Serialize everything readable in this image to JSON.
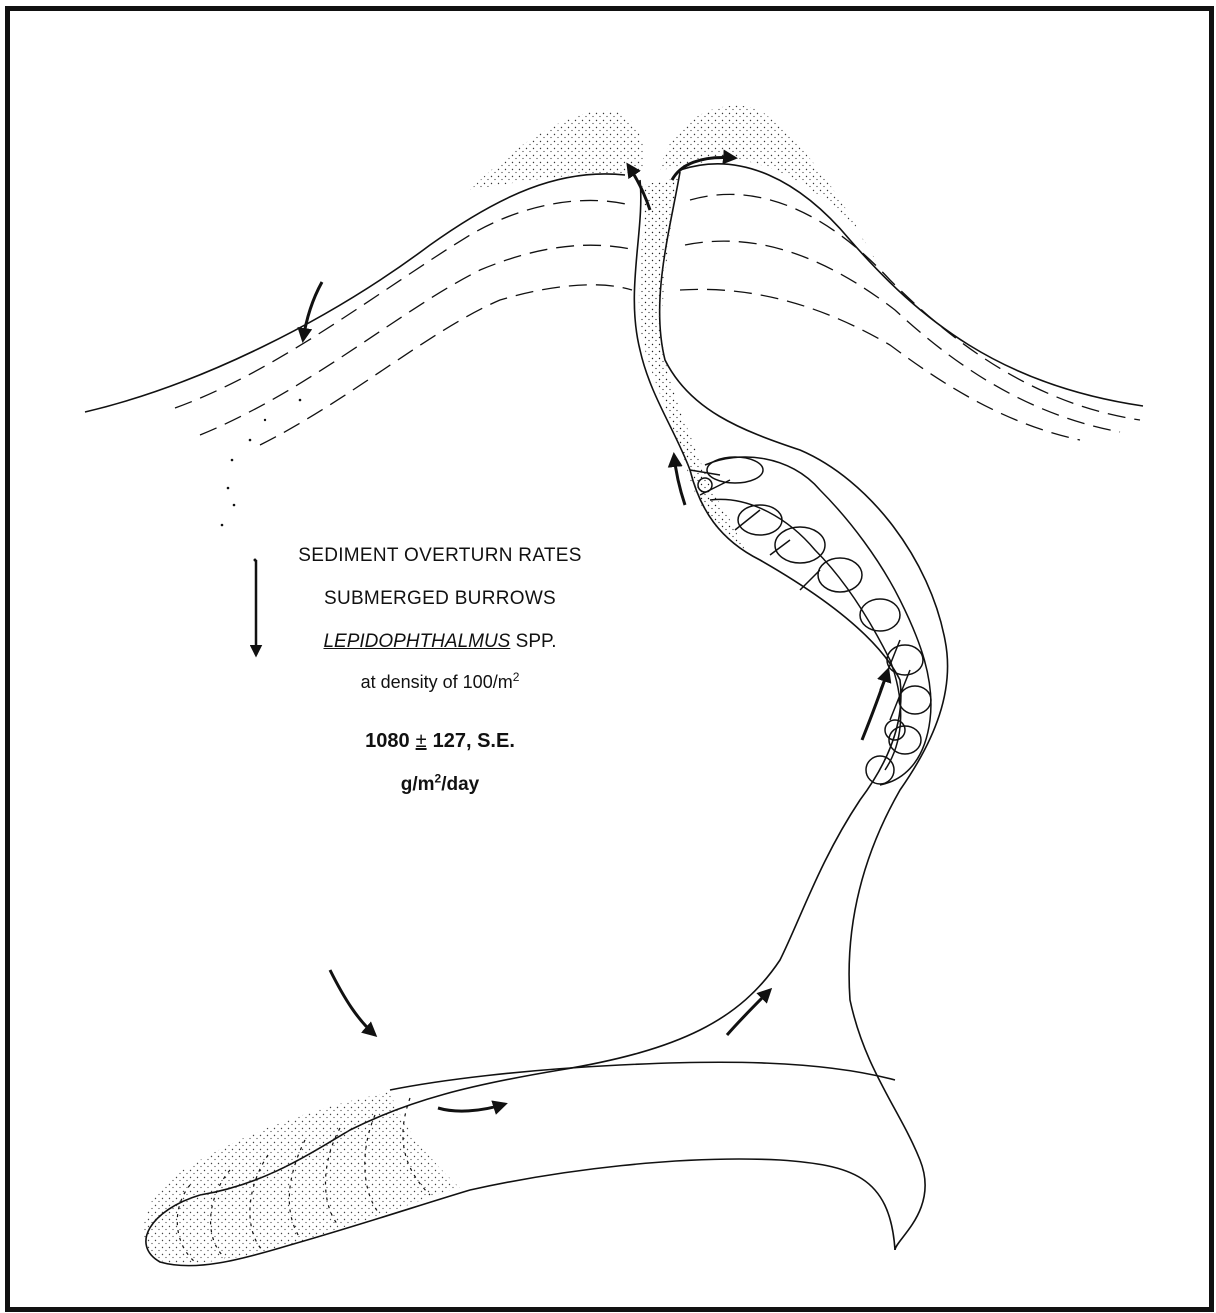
{
  "labels": {
    "title": "SEDIMENT OVERTURN RATES",
    "subtitle": "SUBMERGED BURROWS",
    "genus": "LEPIDOPHTHALMUS",
    "genus_suffix": "SPP.",
    "density_prefix": "at density of 100/m",
    "density_exponent": "2",
    "rate_value": "1080",
    "plus_minus": "±",
    "rate_error": "127, S.E.",
    "unit_prefix": "g/m",
    "unit_exponent": "2",
    "unit_suffix": "/day"
  },
  "colors": {
    "ink": "#111111",
    "background": "#ffffff"
  }
}
